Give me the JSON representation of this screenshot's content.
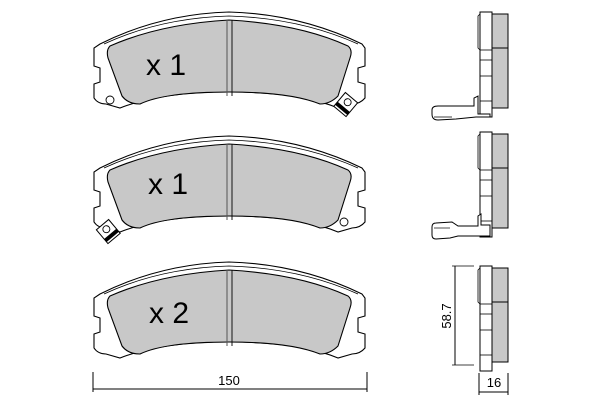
{
  "diagram": {
    "subject": "brake pad set technical drawing",
    "colors": {
      "pad_fill": "#c8c8c8",
      "outline": "#000000",
      "background": "#ffffff"
    },
    "front_views": [
      {
        "quantity_label": "x 1",
        "wear_indicator": "right"
      },
      {
        "quantity_label": "x 1",
        "wear_indicator": "left"
      },
      {
        "quantity_label": "x 2",
        "wear_indicator": "none"
      }
    ],
    "side_views": [
      {
        "has_wear_indicator_tab": true
      },
      {
        "has_wear_indicator_tab": true
      },
      {
        "has_wear_indicator_tab": false
      }
    ],
    "dimensions": {
      "width": "150",
      "height": "58.7",
      "thickness": "16"
    }
  }
}
